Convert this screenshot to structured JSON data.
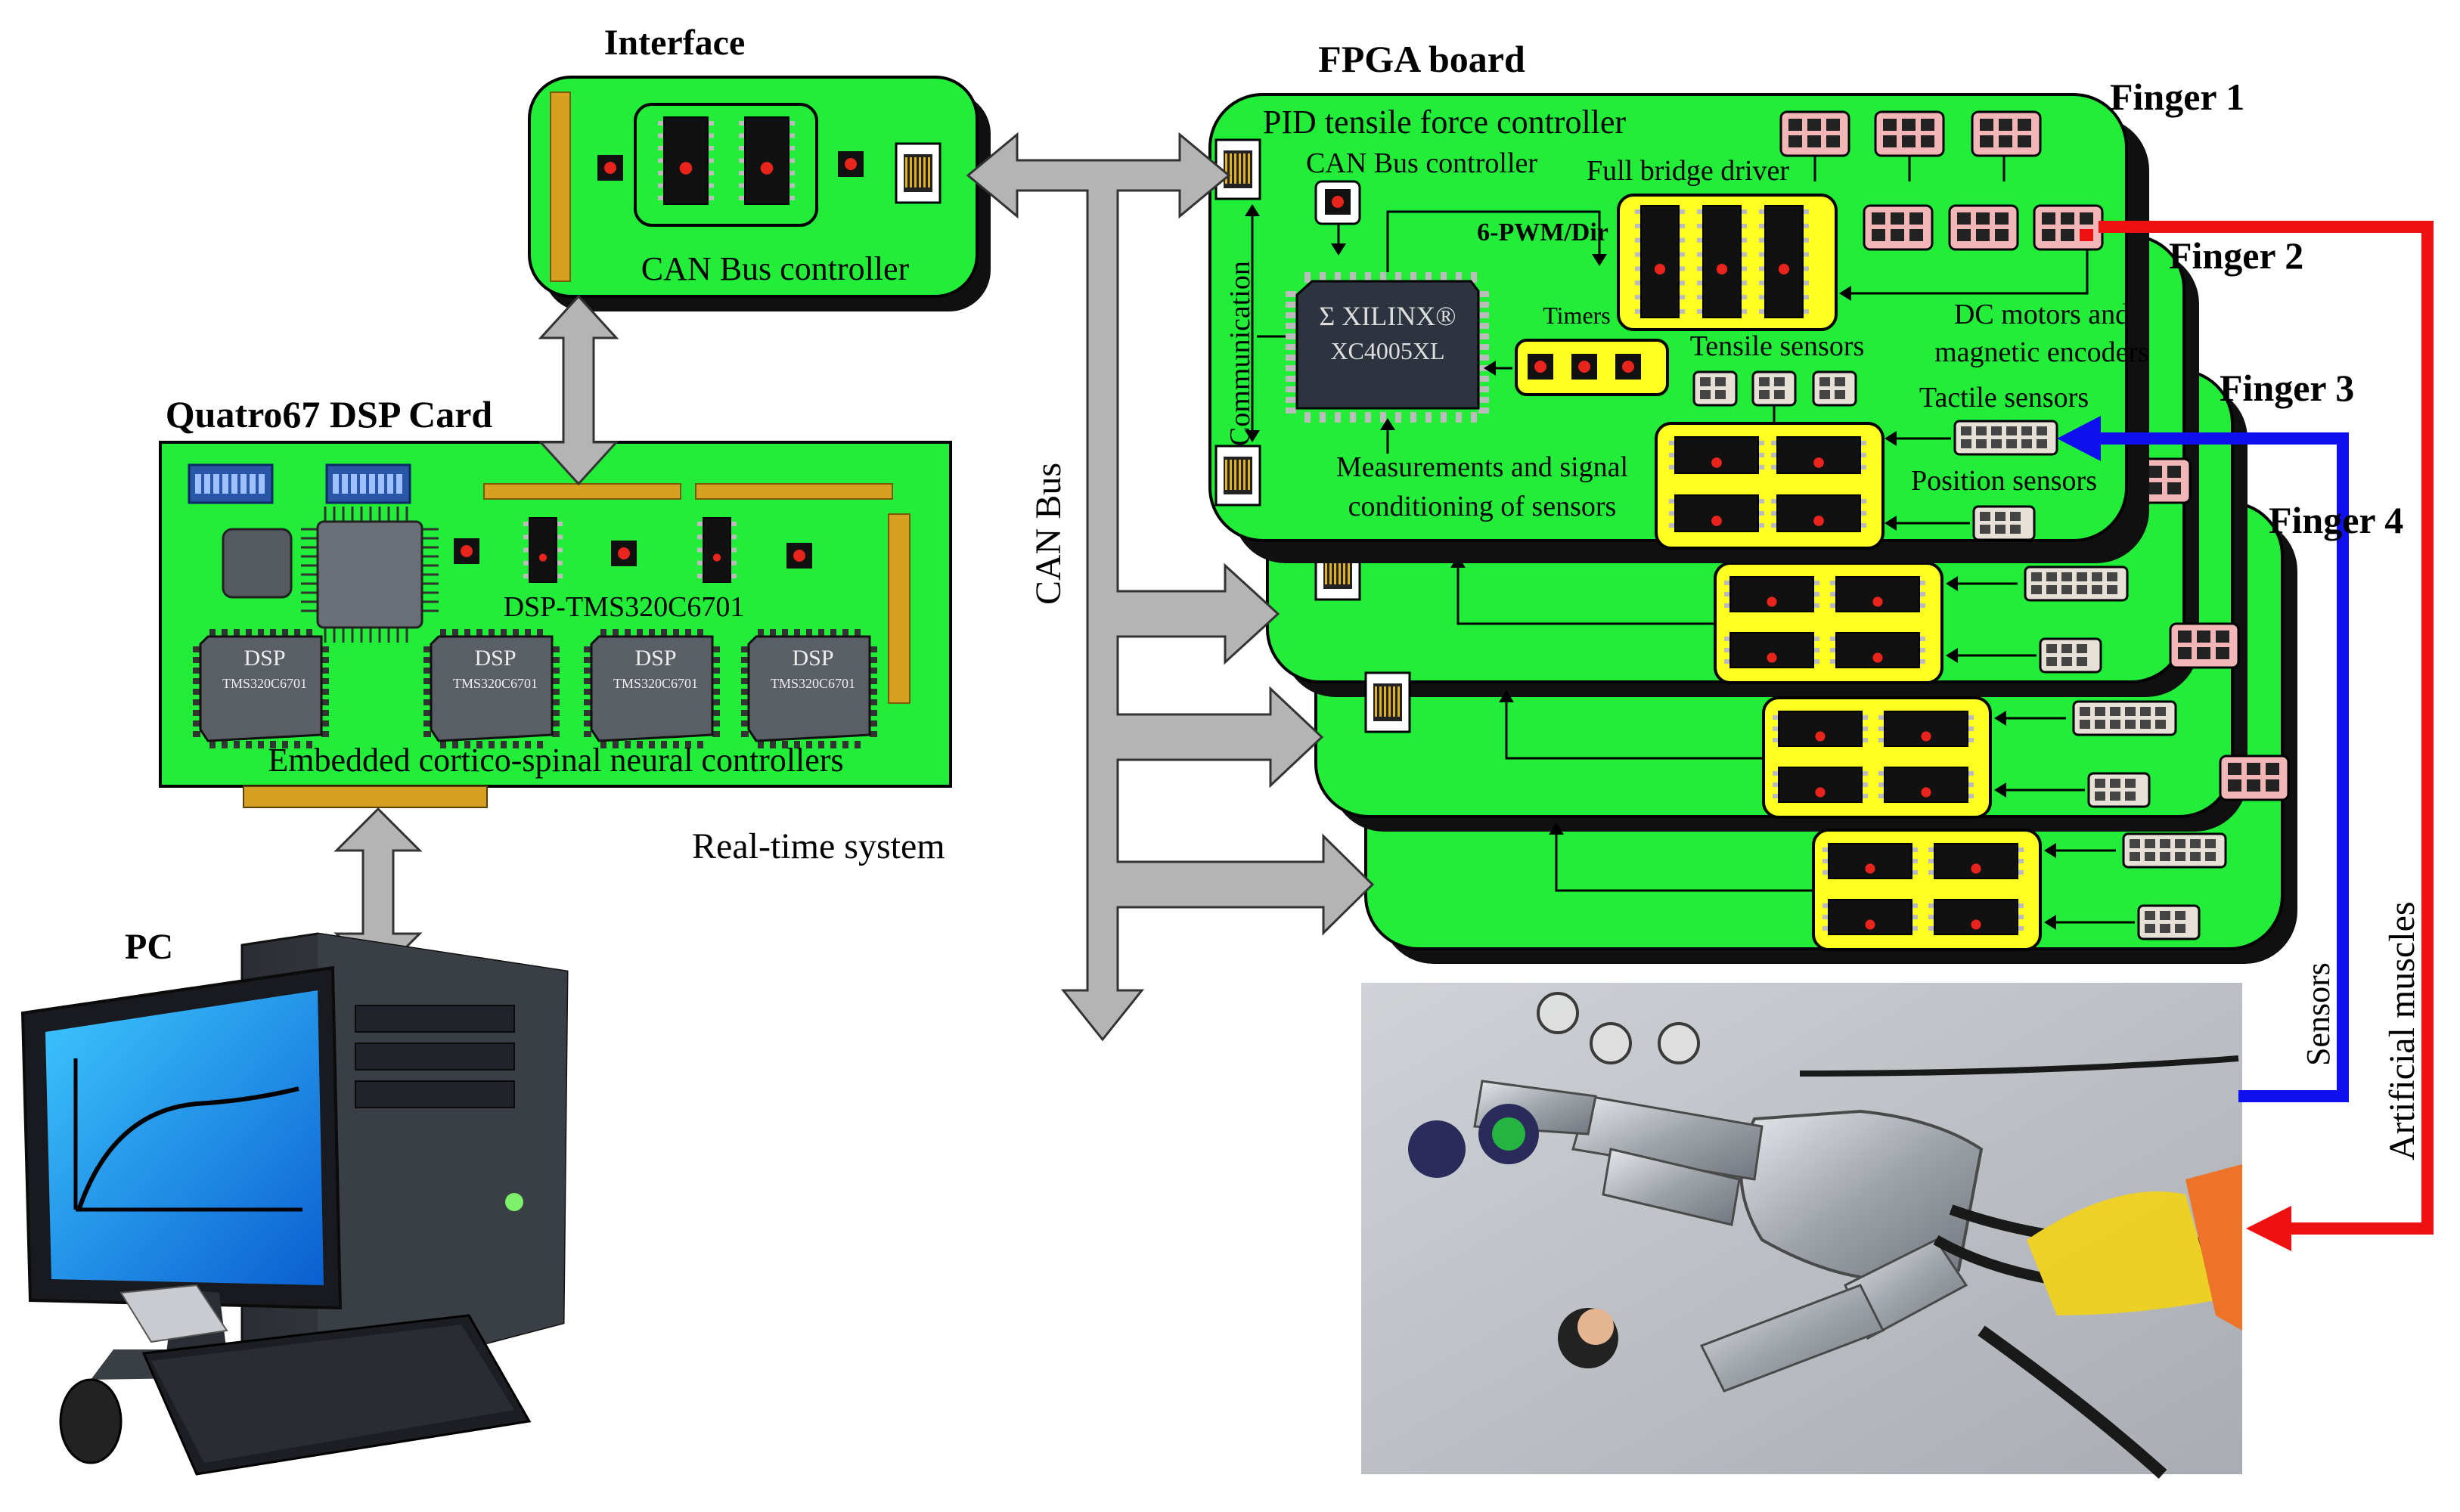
{
  "labels": {
    "interface": "Interface",
    "fpga_board": "FPGA board",
    "can_bus_controller": "CAN Bus controller",
    "quatro": "Quatro67 DSP Card",
    "dsp_chip": "DSP-TMS320C6701",
    "embedded": "Embedded cortico-spinal neural controllers",
    "real_time": "Real-time system",
    "pc": "PC",
    "can_bus": "CAN Bus",
    "finger1": "Finger 1",
    "finger2": "Finger 2",
    "finger3": "Finger 3",
    "finger4": "Finger 4",
    "pid": "PID tensile force controller",
    "can_ctrl_fpga": "CAN Bus controller",
    "full_bridge": "Full bridge driver",
    "pwm": "6-PWM/Dir",
    "communication": "Communication",
    "xilinx": "Σ XILINX®",
    "xc": "XC4005XL",
    "timers": "Timers",
    "tensile": "Tensile sensors",
    "dc1": "DC motors and",
    "dc2": "magnetic encoders",
    "tactile": "Tactile sensors",
    "position": "Position sensors",
    "meas1": "Measurements and signal",
    "meas2": "conditioning of sensors",
    "sensors": "Sensors",
    "muscles": "Artificial muscles",
    "dsp": "DSP",
    "dsp_small": "TMS320C6701"
  },
  "colors": {
    "board_green": "#22ee3a",
    "chip_yellow": "#ffff22",
    "arrow_gray": "#b4b4b4",
    "sensor_blue": "#1010ee",
    "muscle_red": "#ee1111"
  }
}
